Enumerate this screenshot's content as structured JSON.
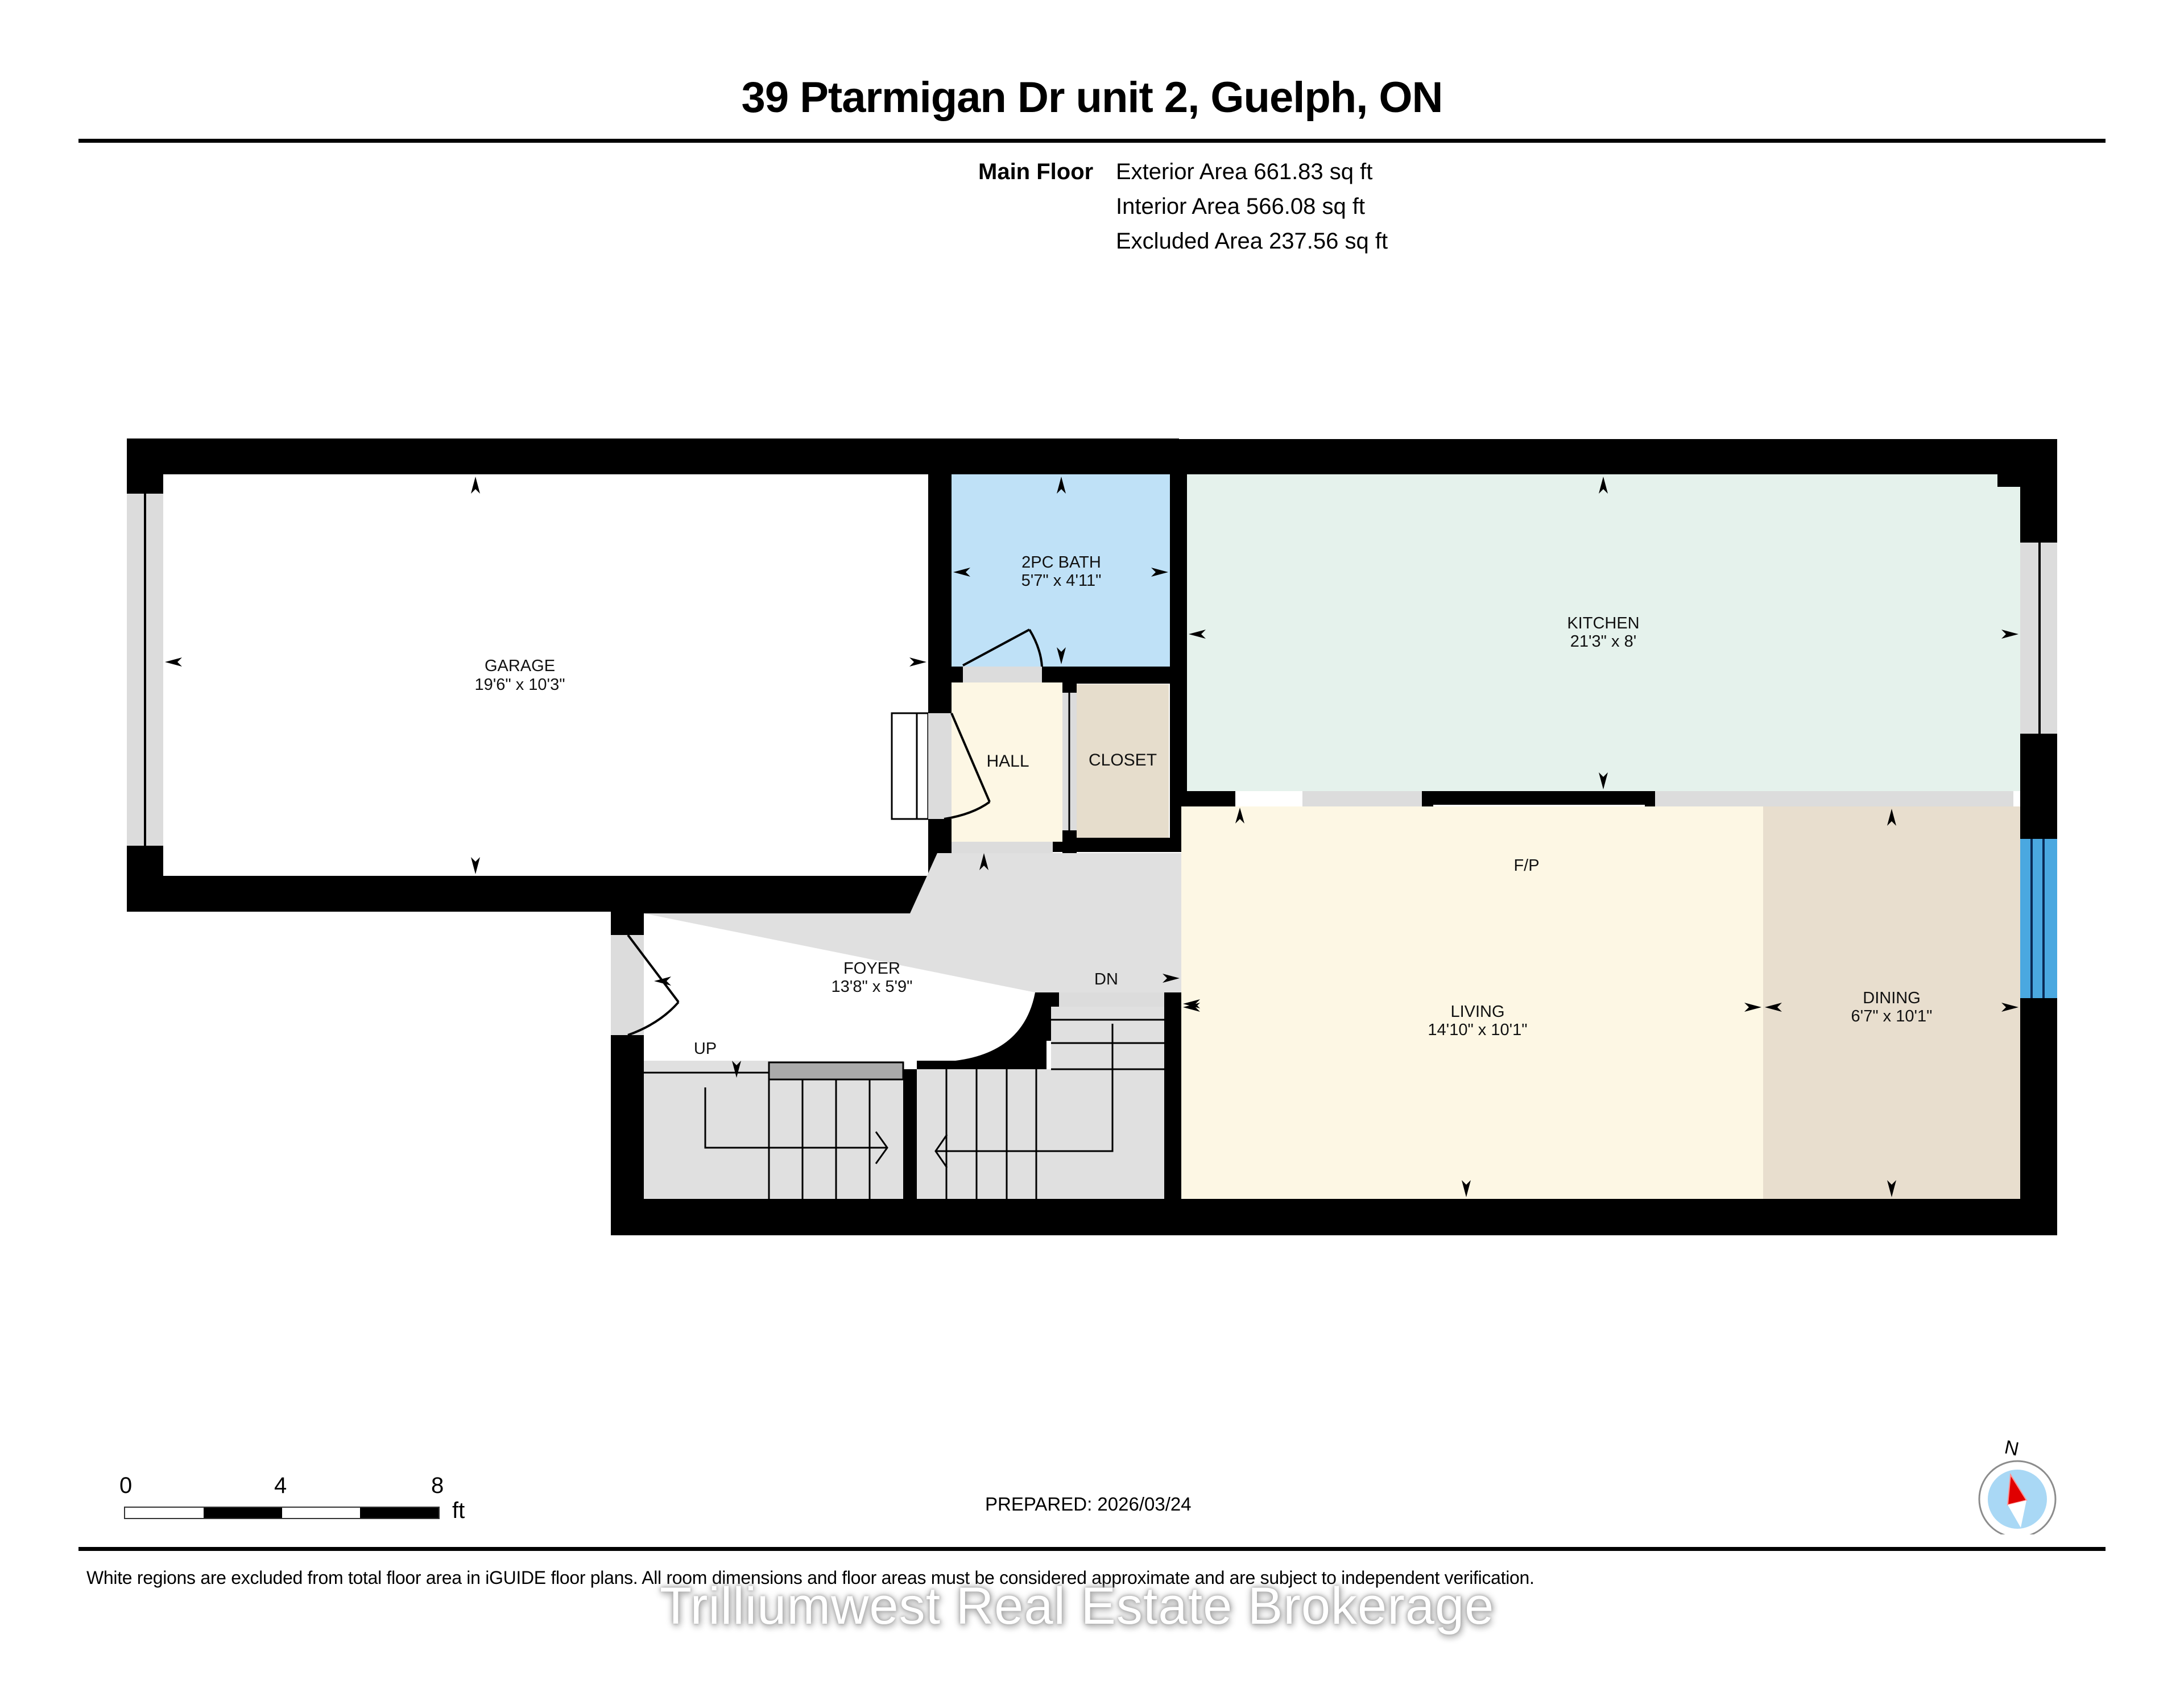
{
  "header": {
    "title": "39 Ptarmigan Dr unit 2, Guelph, ON"
  },
  "areas": {
    "floor_label": "Main Floor",
    "exterior": "Exterior Area 661.83 sq ft",
    "interior": "Interior Area 566.08 sq ft",
    "excluded": "Excluded Area 237.56 sq ft"
  },
  "rooms": {
    "garage": {
      "name": "GARAGE",
      "dims": "19'6\" x 10'3\"",
      "color": "#ffffff"
    },
    "bath": {
      "name": "2PC BATH",
      "dims": "5'7\" x 4'11\"",
      "color": "#bfe1f7"
    },
    "hall": {
      "name": "HALL",
      "color": "#fdf7e4"
    },
    "closet": {
      "name": "CLOSET",
      "color": "#e6ddcc"
    },
    "kitchen": {
      "name": "KITCHEN",
      "dims": "21'3\" x 8'",
      "color": "#e5f2ec"
    },
    "foyer": {
      "name": "FOYER",
      "dims": "13'8\" x 5'9\"",
      "color": "#e0e0e0"
    },
    "living": {
      "name": "LIVING",
      "dims": "14'10\" x 10'1\"",
      "color": "#fdf7e4"
    },
    "dining": {
      "name": "DINING",
      "dims": "6'7\" x 10'1\"",
      "color": "#e8dece"
    }
  },
  "annotations": {
    "fireplace": "F/P",
    "stairs_up": "UP",
    "stairs_down": "DN"
  },
  "colors": {
    "wall": "#000000",
    "opening": "#dcdcdc",
    "window_blue": "#4aa8e0",
    "stair_landing": "#aaaaaa"
  },
  "scale_bar": {
    "ticks": [
      "0",
      "4",
      "8"
    ],
    "unit": "ft"
  },
  "prepared": "PREPARED: 2026/03/24",
  "compass": {
    "label": "N",
    "needle_color": "#e00000",
    "dial_color": "#a9d8f5"
  },
  "footer": {
    "disclaimer": "White regions are excluded from total floor area in iGUIDE floor plans. All room dimensions and floor areas must be considered approximate and are subject to independent verification.",
    "watermark": "Trilliumwest Real Estate Brokerage"
  }
}
